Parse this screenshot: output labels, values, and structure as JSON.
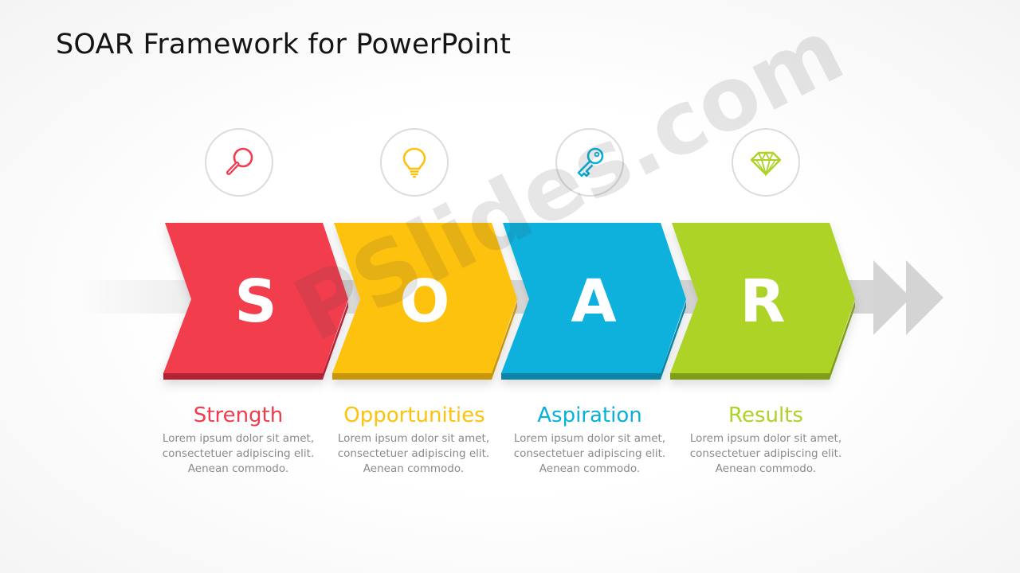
{
  "title": "SOAR Framework for PowerPoint",
  "watermark": "PSlides.com",
  "steps": [
    {
      "letter": "S",
      "label": "Strength",
      "icon": "magnifier-icon",
      "color": "#f23c4e",
      "dark": "#b12334",
      "desc": [
        "Lorem ipsum dolor sit amet,",
        "consectetuer adipiscing elit.",
        "Aenean commodo."
      ]
    },
    {
      "letter": "O",
      "label": "Opportunities",
      "icon": "lightbulb-icon",
      "color": "#fdc20c",
      "dark": "#c8960a",
      "desc": [
        "Lorem ipsum dolor sit amet,",
        "consectetuer adipiscing elit.",
        "Aenean commodo."
      ]
    },
    {
      "letter": "A",
      "label": "Aspiration",
      "icon": "key-icon",
      "color": "#07b1dc",
      "dark": "#0a84a6",
      "desc": [
        "Lorem ipsum dolor sit amet,",
        "consectetuer adipiscing elit.",
        "Aenean commodo."
      ]
    },
    {
      "letter": "R",
      "label": "Results",
      "icon": "diamond-icon",
      "color": "#acd325",
      "dark": "#7f9d17",
      "desc": [
        "Lorem ipsum dolor sit amet,",
        "consectetuer adipiscing elit.",
        "Aenean commodo."
      ]
    }
  ]
}
